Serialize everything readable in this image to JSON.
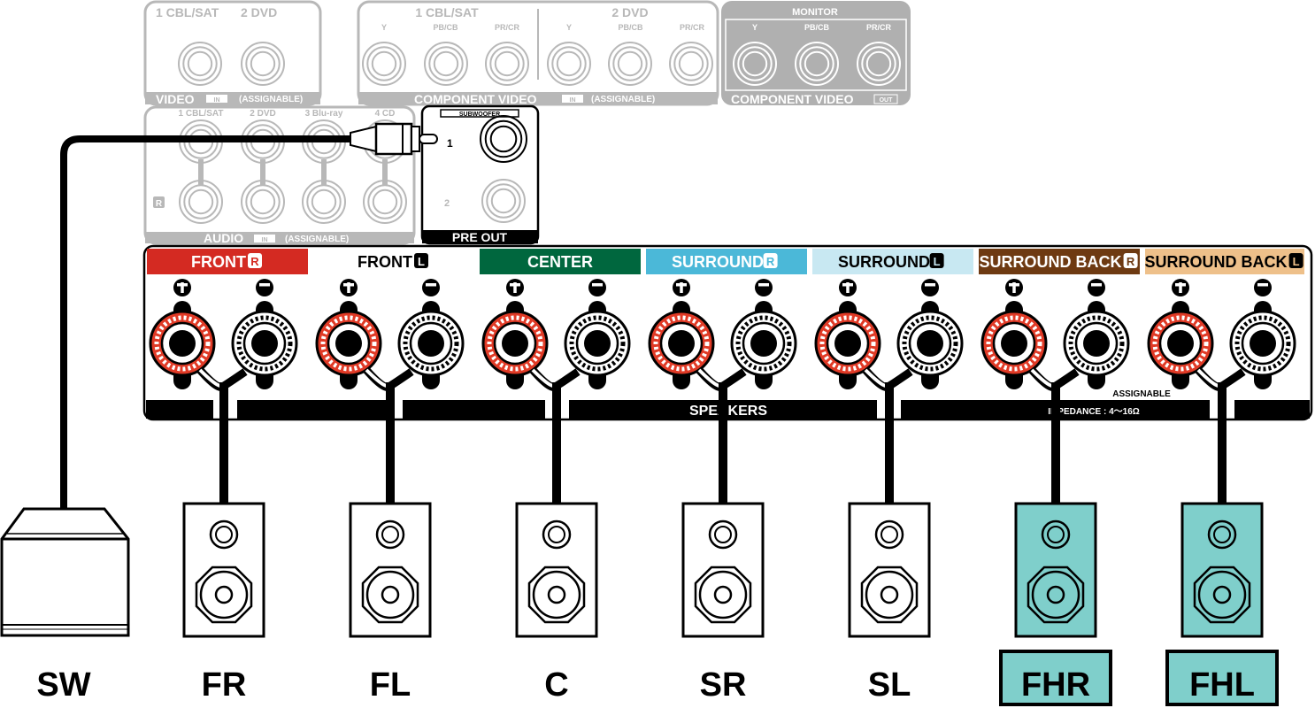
{
  "colors": {
    "grey": "#b8b8b8",
    "fill_grey": "#b0b0b0",
    "red": "#e03a26",
    "highlight": "#7fcfcb"
  },
  "video_in": {
    "inputs": [
      "1 CBL/SAT",
      "2 DVD"
    ],
    "footer": "VIDEO",
    "in_badge": "IN",
    "assignable": "(ASSIGNABLE)"
  },
  "component_in": {
    "groups": [
      "1 CBL/SAT",
      "2 DVD"
    ],
    "jacks": [
      "Y",
      "PB/CB",
      "PR/CR"
    ],
    "footer": "COMPONENT VIDEO",
    "in_badge": "IN",
    "assignable": "(ASSIGNABLE)"
  },
  "component_out": {
    "title": "MONITOR",
    "jacks": [
      "Y",
      "PB/CB",
      "PR/CR"
    ],
    "footer": "COMPONENT VIDEO",
    "out_badge": "OUT"
  },
  "audio_in": {
    "inputs": [
      "1 CBL/SAT",
      "2 DVD",
      "3 Blu-ray",
      "4 CD"
    ],
    "r_badge": "R",
    "footer": "AUDIO",
    "in_badge": "IN",
    "assignable": "(ASSIGNABLE)"
  },
  "pre_out": {
    "title": "SUBWOOFER",
    "jack1": "1",
    "jack2": "2",
    "footer": "PRE OUT"
  },
  "speakers_panel": {
    "footer": "SPEAKERS",
    "assignable": "ASSIGNABLE",
    "impedance": "IMPEDANCE : 4～16Ω",
    "channels": [
      {
        "label": "FRONT",
        "side": "R",
        "bg": "#d42a22",
        "fg": "#ffffff"
      },
      {
        "label": "FRONT",
        "side": "L",
        "bg": "#ffffff",
        "fg": "#000000"
      },
      {
        "label": "CENTER",
        "side": "",
        "bg": "#00673e",
        "fg": "#ffffff"
      },
      {
        "label": "SURROUND",
        "side": "R",
        "bg": "#4bb8d8",
        "fg": "#ffffff"
      },
      {
        "label": "SURROUND",
        "side": "L",
        "bg": "#c8e8f2",
        "fg": "#000000"
      },
      {
        "label": "SURROUND BACK",
        "side": "R",
        "bg": "#6e3a12",
        "fg": "#ffffff"
      },
      {
        "label": "SURROUND BACK",
        "side": "L",
        "bg": "#eec08a",
        "fg": "#000000"
      }
    ]
  },
  "speakers": [
    {
      "label": "SW",
      "type": "subwoofer",
      "highlight": false
    },
    {
      "label": "FR",
      "type": "bookshelf",
      "highlight": false
    },
    {
      "label": "FL",
      "type": "bookshelf",
      "highlight": false
    },
    {
      "label": "C",
      "type": "bookshelf",
      "highlight": false
    },
    {
      "label": "SR",
      "type": "bookshelf",
      "highlight": false
    },
    {
      "label": "SL",
      "type": "bookshelf",
      "highlight": false
    },
    {
      "label": "FHR",
      "type": "bookshelf",
      "highlight": true
    },
    {
      "label": "FHL",
      "type": "bookshelf",
      "highlight": true
    }
  ]
}
